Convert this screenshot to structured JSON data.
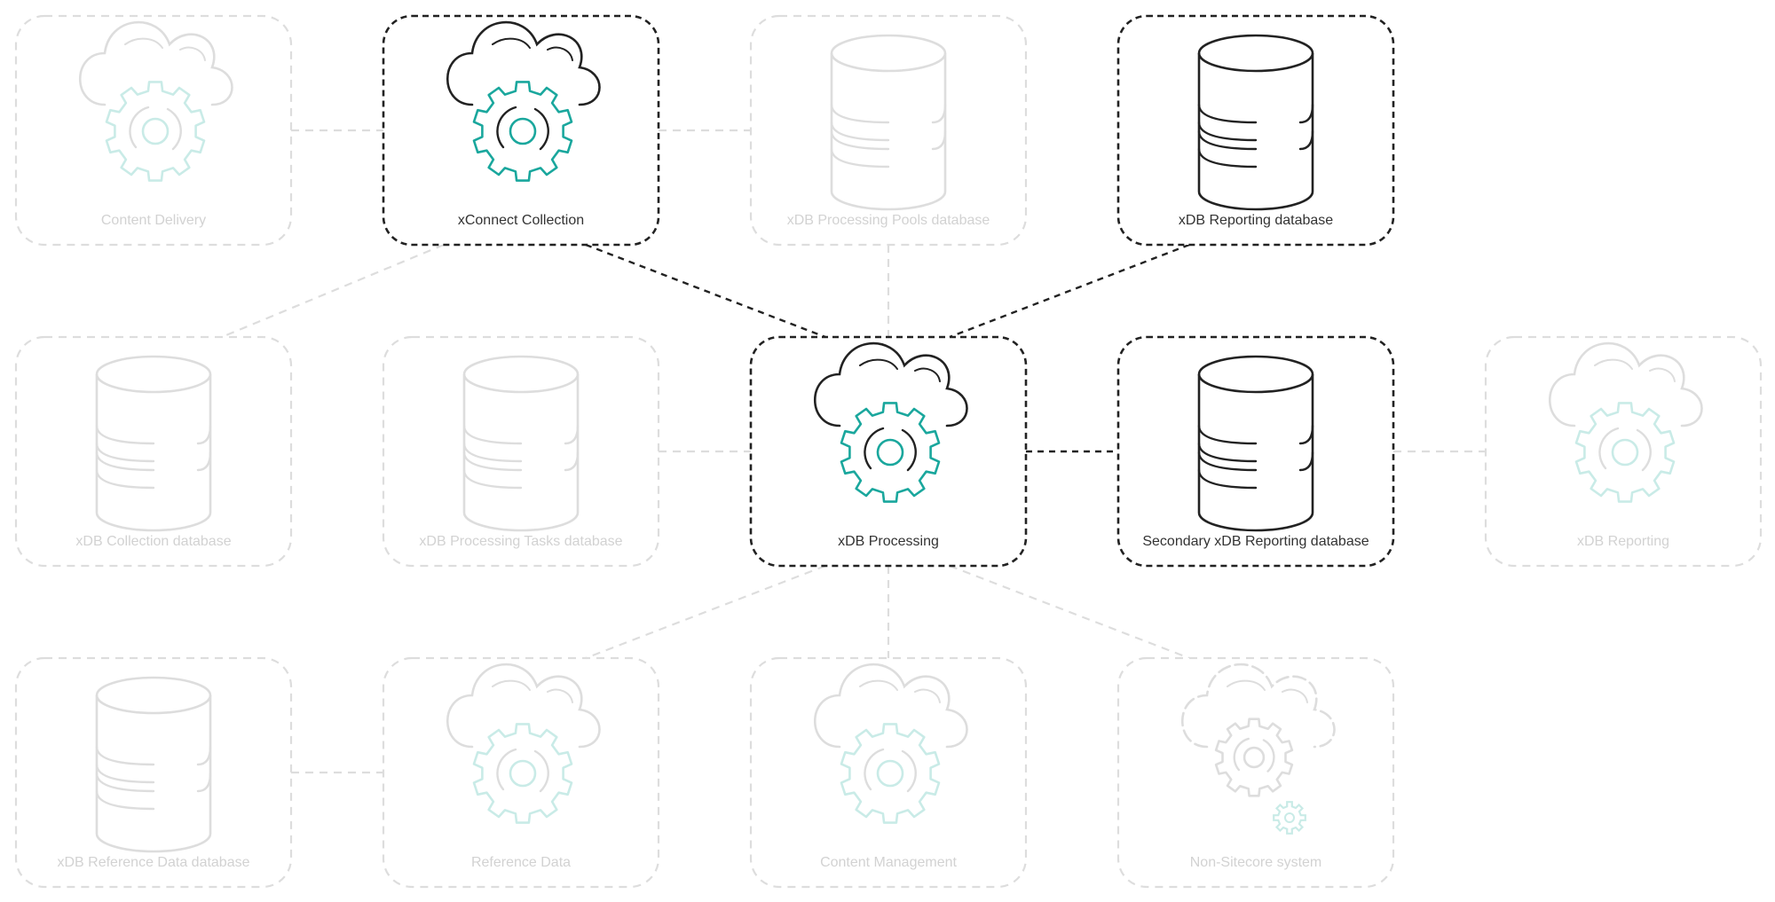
{
  "colors": {
    "active_stroke": "#222222",
    "inactive_stroke": "#dddddd",
    "accent": "#1aa79d",
    "accent_faded": "#c9ebe7",
    "active_text": "#333333",
    "inactive_text": "#d2d2d2"
  },
  "nodes": [
    {
      "id": "content-delivery",
      "label": "Content Delivery",
      "icon": "cloud-gear-icon",
      "active": false
    },
    {
      "id": "xconnect-collection",
      "label": "xConnect Collection",
      "icon": "cloud-gear-icon",
      "active": true
    },
    {
      "id": "xdb-processing-pools-database",
      "label": "xDB Processing Pools database",
      "icon": "database-icon",
      "active": false
    },
    {
      "id": "xdb-reporting-database",
      "label": "xDB Reporting database",
      "icon": "database-icon",
      "active": true
    },
    {
      "id": "xdb-collection-database",
      "label": "xDB Collection database",
      "icon": "database-icon",
      "active": false
    },
    {
      "id": "xdb-processing-tasks-database",
      "label": "xDB Processing Tasks database",
      "icon": "database-icon",
      "active": false
    },
    {
      "id": "xdb-processing",
      "label": "xDB Processing",
      "icon": "cloud-gear-icon",
      "active": true
    },
    {
      "id": "secondary-xdb-reporting-database",
      "label": "Secondary xDB Reporting database",
      "icon": "database-icon",
      "active": true
    },
    {
      "id": "xdb-reporting",
      "label": "xDB Reporting",
      "icon": "cloud-gear-icon",
      "active": false
    },
    {
      "id": "xdb-reference-data-database",
      "label": "xDB Reference Data database",
      "icon": "database-icon",
      "active": false
    },
    {
      "id": "reference-data",
      "label": "Reference Data",
      "icon": "cloud-gear-icon",
      "active": false
    },
    {
      "id": "content-management",
      "label": "Content Management",
      "icon": "cloud-gear-icon",
      "active": false
    },
    {
      "id": "non-sitecore-system",
      "label": "Non-Sitecore system",
      "icon": "broken-cloud-gear-icon",
      "active": false
    }
  ],
  "connections": [
    {
      "from": "content-delivery",
      "to": "xconnect-collection",
      "active": false
    },
    {
      "from": "xconnect-collection",
      "to": "xdb-processing-pools-database",
      "active": false
    },
    {
      "from": "xconnect-collection",
      "to": "xdb-collection-database",
      "active": false
    },
    {
      "from": "xconnect-collection",
      "to": "xdb-processing",
      "active": true
    },
    {
      "from": "xdb-processing-pools-database",
      "to": "xdb-processing",
      "active": false
    },
    {
      "from": "xdb-reporting-database",
      "to": "xdb-processing",
      "active": true
    },
    {
      "from": "xdb-processing-tasks-database",
      "to": "xdb-processing",
      "active": false
    },
    {
      "from": "xdb-processing",
      "to": "secondary-xdb-reporting-database",
      "active": true
    },
    {
      "from": "secondary-xdb-reporting-database",
      "to": "xdb-reporting",
      "active": false
    },
    {
      "from": "xdb-processing",
      "to": "reference-data",
      "active": false
    },
    {
      "from": "xdb-processing",
      "to": "content-management",
      "active": false
    },
    {
      "from": "xdb-processing",
      "to": "non-sitecore-system",
      "active": false
    },
    {
      "from": "xdb-reference-data-database",
      "to": "reference-data",
      "active": false
    }
  ]
}
